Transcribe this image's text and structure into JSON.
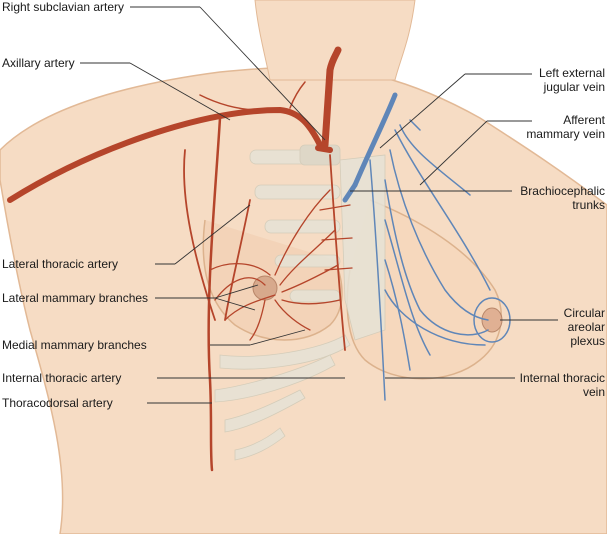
{
  "labels": {
    "right_subclavian_artery": "Right subclavian artery",
    "axillary_artery": "Axillary artery",
    "lateral_thoracic_artery": "Lateral thoracic artery",
    "lateral_mammary_branches": "Lateral mammary branches",
    "medial_mammary_branches": "Medial mammary branches",
    "internal_thoracic_artery": "Internal thoracic artery",
    "thoracodorsal_artery": "Thoracodorsal artery",
    "left_external_jugular_vein_1": "Left external",
    "left_external_jugular_vein_2": "jugular vein",
    "afferent_mammary_vein_1": "Afferent",
    "afferent_mammary_vein_2": "mammary vein",
    "brachiocephalic_trunks_1": "Brachiocephalic",
    "brachiocephalic_trunks_2": "trunks",
    "circular_areolar_plexus_1": "Circular",
    "circular_areolar_plexus_2": "areolar",
    "circular_areolar_plexus_3": "plexus",
    "internal_thoracic_vein_1": "Internal thoracic",
    "internal_thoracic_vein_2": "vein"
  },
  "colors": {
    "skin": "#f6dcc4",
    "skin_shadow": "#e9c3a3",
    "bone": "#e6e3d6",
    "artery": "#b5452b",
    "vein": "#5f86b8",
    "leader": "#333333"
  }
}
